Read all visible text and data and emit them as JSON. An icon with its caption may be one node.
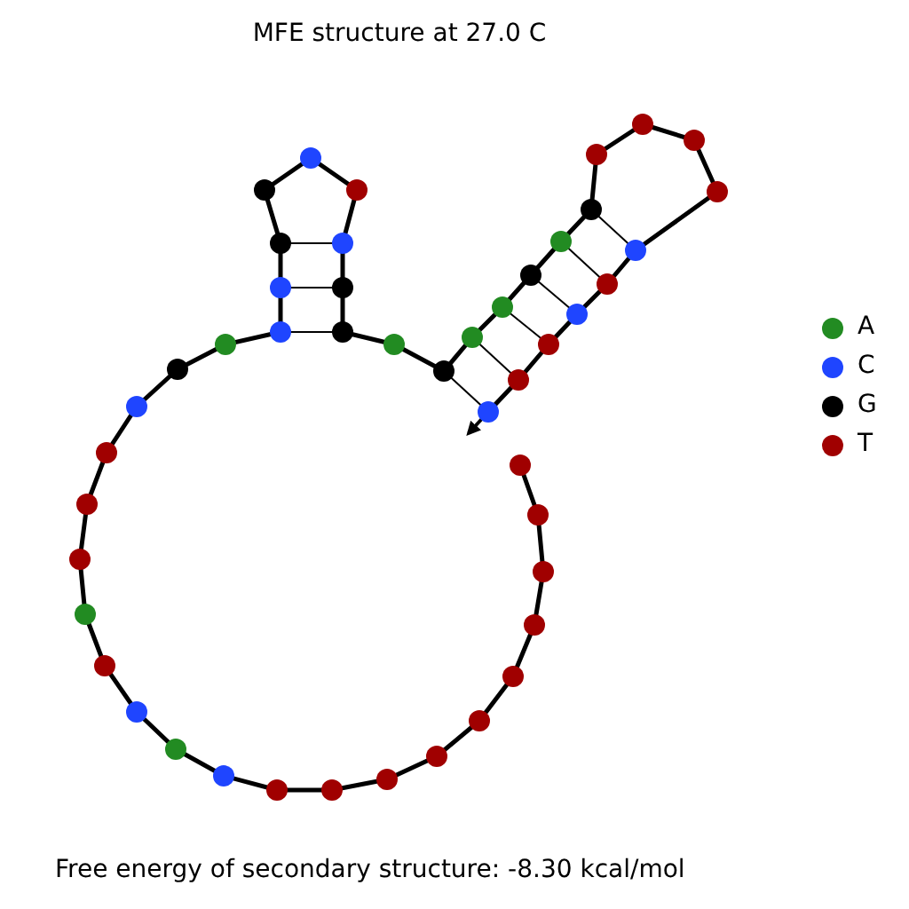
{
  "diagram": {
    "title": "MFE structure at 27.0 C",
    "caption": "Free energy of secondary structure: -8.30 kcal/mol",
    "legend": [
      {
        "text": "A",
        "color": "#228b22"
      },
      {
        "text": "C",
        "color": "#1f45ff"
      },
      {
        "text": "G",
        "color": "#000000"
      },
      {
        "text": "T",
        "color": "#a00000"
      }
    ]
  }
}
